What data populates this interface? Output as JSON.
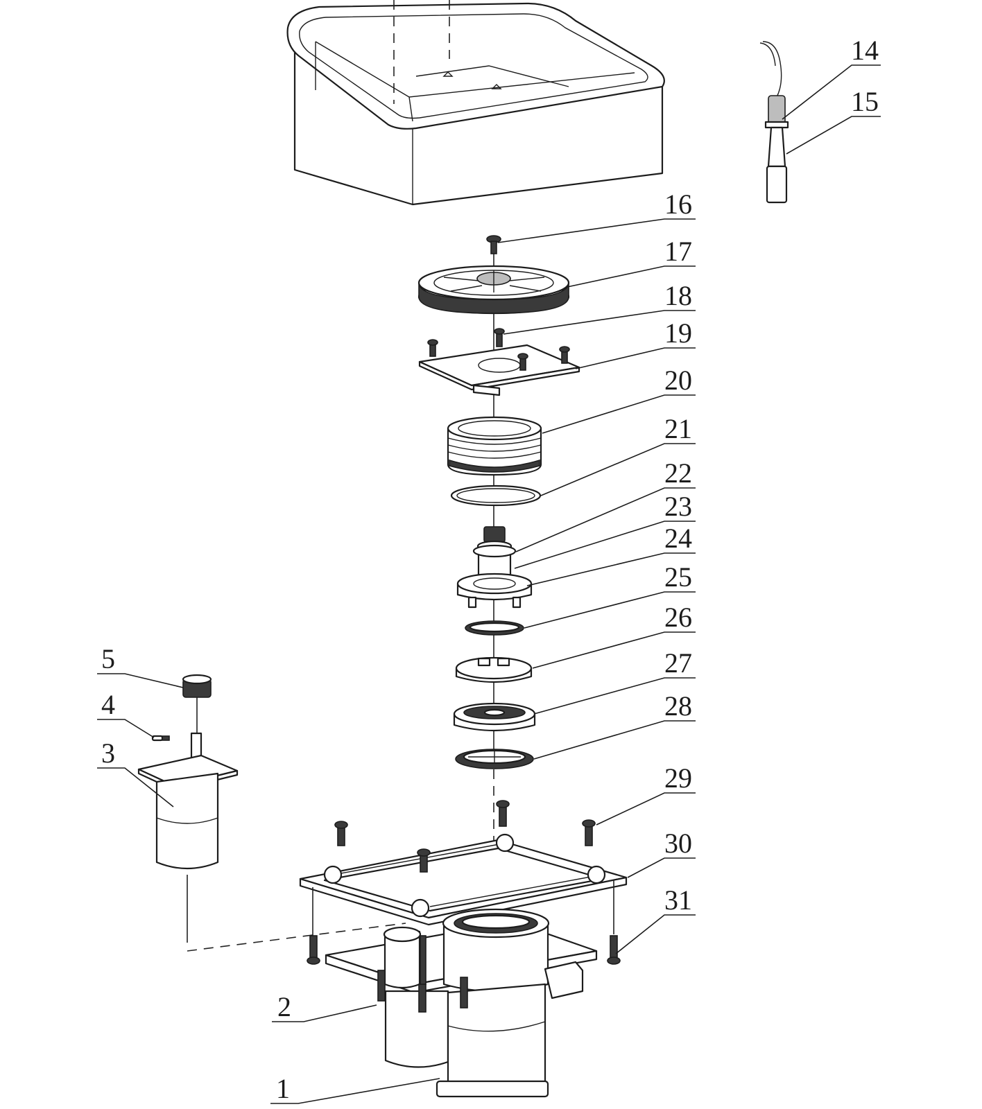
{
  "diagram": {
    "callouts": [
      {
        "id": "1",
        "label": "1"
      },
      {
        "id": "2",
        "label": "2"
      },
      {
        "id": "3",
        "label": "3"
      },
      {
        "id": "4",
        "label": "4"
      },
      {
        "id": "5",
        "label": "5"
      },
      {
        "id": "14",
        "label": "14"
      },
      {
        "id": "15",
        "label": "15"
      },
      {
        "id": "16",
        "label": "16"
      },
      {
        "id": "17",
        "label": "17"
      },
      {
        "id": "18",
        "label": "18"
      },
      {
        "id": "19",
        "label": "19"
      },
      {
        "id": "20",
        "label": "20"
      },
      {
        "id": "21",
        "label": "21"
      },
      {
        "id": "22",
        "label": "22"
      },
      {
        "id": "23",
        "label": "23"
      },
      {
        "id": "24",
        "label": "24"
      },
      {
        "id": "25",
        "label": "25"
      },
      {
        "id": "26",
        "label": "26"
      },
      {
        "id": "27",
        "label": "27"
      },
      {
        "id": "28",
        "label": "28"
      },
      {
        "id": "29",
        "label": "29"
      },
      {
        "id": "30",
        "label": "30"
      },
      {
        "id": "31",
        "label": "31"
      }
    ]
  }
}
